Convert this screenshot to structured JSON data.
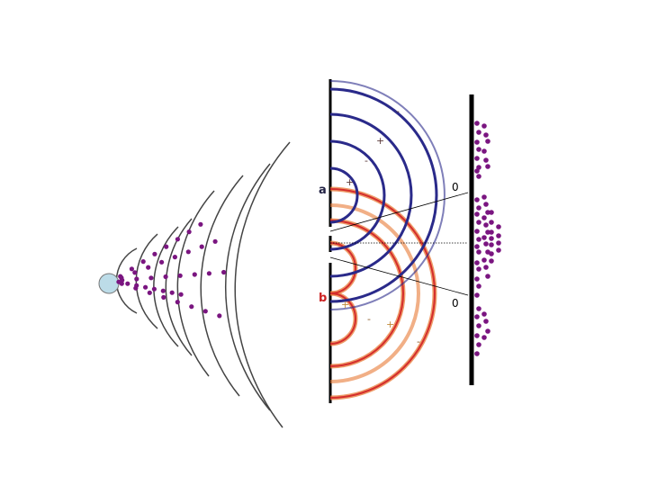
{
  "diagram": {
    "labels": {
      "slit_a": "a",
      "slit_b": "b",
      "zero_top": "0",
      "zero_bottom": "0"
    },
    "wave_a_signs": [
      "-",
      "+",
      "-",
      "+"
    ],
    "wave_b_signs": [
      "+",
      "-",
      "+",
      "-"
    ],
    "colors": {
      "wave_a": "#2a2a8a",
      "wave_b_outer": "#e87a35",
      "wave_b_inner": "#d42d2d",
      "incident_waves": "#444444",
      "particles": "#7a1580",
      "source": "#bcdce8",
      "barrier": "#000000",
      "label_a": "#222244",
      "label_b": "#cc2222"
    }
  }
}
